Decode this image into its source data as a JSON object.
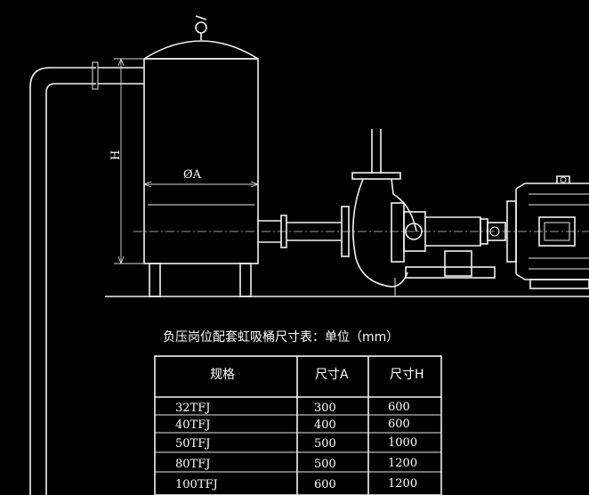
{
  "diagram": {
    "labels": {
      "height": "H",
      "diameter": "ØA"
    }
  },
  "table": {
    "title": "负压岗位配套虹吸桶尺寸表：单位（mm）",
    "headers": [
      "规格",
      "尺寸A",
      "尺寸H"
    ],
    "rows": [
      [
        "32TFJ",
        "300",
        "600"
      ],
      [
        "40TFJ",
        "400",
        "600"
      ],
      [
        "50TFJ",
        "500",
        "1000"
      ],
      [
        "80TFJ",
        "500",
        "1200"
      ],
      [
        "100TFJ",
        "600",
        "1200"
      ]
    ]
  },
  "colors": {
    "background": "#000000",
    "lines": "#f2f2f2"
  }
}
